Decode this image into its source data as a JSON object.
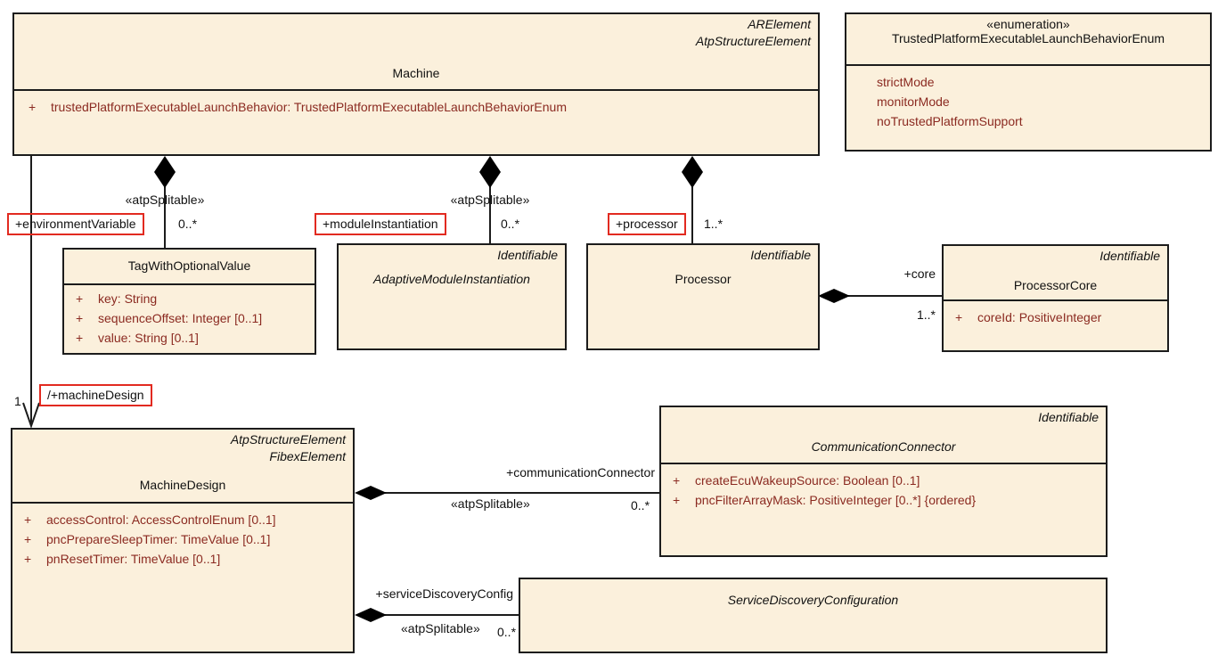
{
  "diagram": {
    "colors": {
      "box_fill": "#FBF0DC",
      "box_border": "#1C1C1C",
      "attribute_text": "#8B2A21",
      "highlight_red": "#E22A20",
      "line_black": "#1C1C1C"
    },
    "classes": {
      "machine": {
        "stereotypes": [
          "ARElement",
          "AtpStructureElement"
        ],
        "name": "Machine",
        "attributes": [
          {
            "vis": "+",
            "text": "trustedPlatformExecutableLaunchBehavior: TrustedPlatformExecutableLaunchBehaviorEnum"
          }
        ]
      },
      "launch_behavior_enum": {
        "stereotype": "«enumeration»",
        "name": "TrustedPlatformExecutableLaunchBehaviorEnum",
        "literals": [
          "strictMode",
          "monitorMode",
          "noTrustedPlatformSupport"
        ]
      },
      "tag_with_optional_value": {
        "name": "TagWithOptionalValue",
        "attributes": [
          {
            "vis": "+",
            "text": "key: String"
          },
          {
            "vis": "+",
            "text": "sequenceOffset: Integer [0..1]"
          },
          {
            "vis": "+",
            "text": "value: String [0..1]"
          }
        ]
      },
      "adaptive_module_instantiation": {
        "stereotypes": [
          "Identifiable"
        ],
        "name": "AdaptiveModuleInstantiation"
      },
      "processor": {
        "stereotypes": [
          "Identifiable"
        ],
        "name": "Processor"
      },
      "processor_core": {
        "stereotypes": [
          "Identifiable"
        ],
        "name": "ProcessorCore",
        "attributes": [
          {
            "vis": "+",
            "text": "coreId: PositiveInteger"
          }
        ]
      },
      "machine_design": {
        "stereotypes": [
          "AtpStructureElement",
          "FibexElement"
        ],
        "name": "MachineDesign",
        "attributes": [
          {
            "vis": "+",
            "text": "accessControl: AccessControlEnum [0..1]"
          },
          {
            "vis": "+",
            "text": "pncPrepareSleepTimer: TimeValue [0..1]"
          },
          {
            "vis": "+",
            "text": "pnResetTimer: TimeValue [0..1]"
          }
        ]
      },
      "communication_connector": {
        "stereotypes": [
          "Identifiable"
        ],
        "name": "CommunicationConnector",
        "attributes": [
          {
            "vis": "+",
            "text": "createEcuWakeupSource: Boolean [0..1]"
          },
          {
            "vis": "+",
            "text": "pncFilterArrayMask: PositiveInteger [0..*] {ordered}"
          }
        ]
      },
      "service_discovery_configuration": {
        "name": "ServiceDiscoveryConfiguration"
      }
    },
    "associations": {
      "environment_variable": {
        "role": "+environmentVariable",
        "stereotype": "«atpSplitable»",
        "multiplicity": "0..*"
      },
      "module_instantiation": {
        "role": "+moduleInstantiation",
        "stereotype": "«atpSplitable»",
        "multiplicity": "0..*"
      },
      "processor": {
        "role": "+processor",
        "multiplicity": "1..*"
      },
      "core": {
        "role": "+core",
        "multiplicity": "1..*"
      },
      "machine_design": {
        "role": "/+machineDesign",
        "multiplicity": "1"
      },
      "communication_connector": {
        "role": "+communicationConnector",
        "stereotype": "«atpSplitable»",
        "multiplicity": "0..*"
      },
      "service_discovery_config": {
        "role": "+serviceDiscoveryConfig",
        "stereotype": "«atpSplitable»",
        "multiplicity": "0..*"
      }
    }
  }
}
